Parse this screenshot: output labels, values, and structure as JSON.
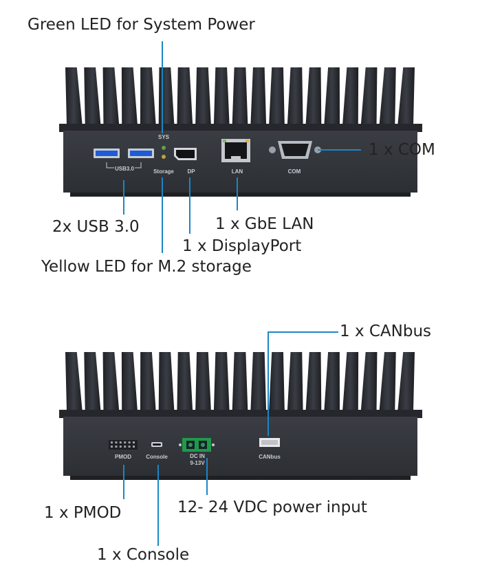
{
  "colors": {
    "leader_line": "#1a87c6",
    "chassis_fins": "#2b2e34",
    "chassis_panel": "#33363c",
    "text": "#222222",
    "usb_port": "#1f5bd6",
    "led_green": "#5ea347",
    "led_yellow": "#b9a53b",
    "terminal_block": "#1f9a4a"
  },
  "front": {
    "callouts": {
      "sys_led": "Green LED for System Power",
      "com": "1 x COM",
      "usb": "2x USB 3.0",
      "lan": "1 x GbE LAN",
      "displayport": "1 x DisplayPort",
      "storage_led": "Yellow LED for M.2 storage"
    },
    "panel_labels": {
      "sys": "SYS",
      "usb": "USB3.0",
      "storage": "Storage",
      "dp": "DP",
      "lan": "LAN",
      "com": "COM"
    }
  },
  "rear": {
    "callouts": {
      "canbus": "1 x CANbus",
      "pmod": "1 x PMOD",
      "power": "12- 24 VDC power input",
      "console": "1 x Console"
    },
    "panel_labels": {
      "pmod": "PMOD",
      "console": "Console",
      "dcin_line1": "DC IN",
      "dcin_line2": "9-13V",
      "canbus": "CANbus"
    }
  }
}
